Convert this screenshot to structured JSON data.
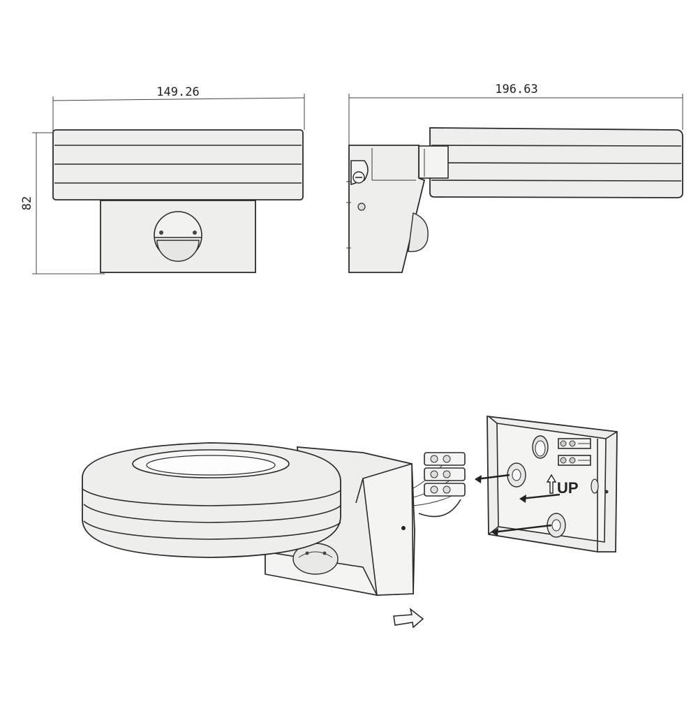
{
  "dimensions": {
    "front_width": "149.26",
    "side_width": "196.63",
    "height": "82"
  },
  "install": {
    "up_label": "UP"
  },
  "colors": {
    "line": "#2b2b2b",
    "fill": "#eeeeec",
    "background": "#ffffff"
  }
}
